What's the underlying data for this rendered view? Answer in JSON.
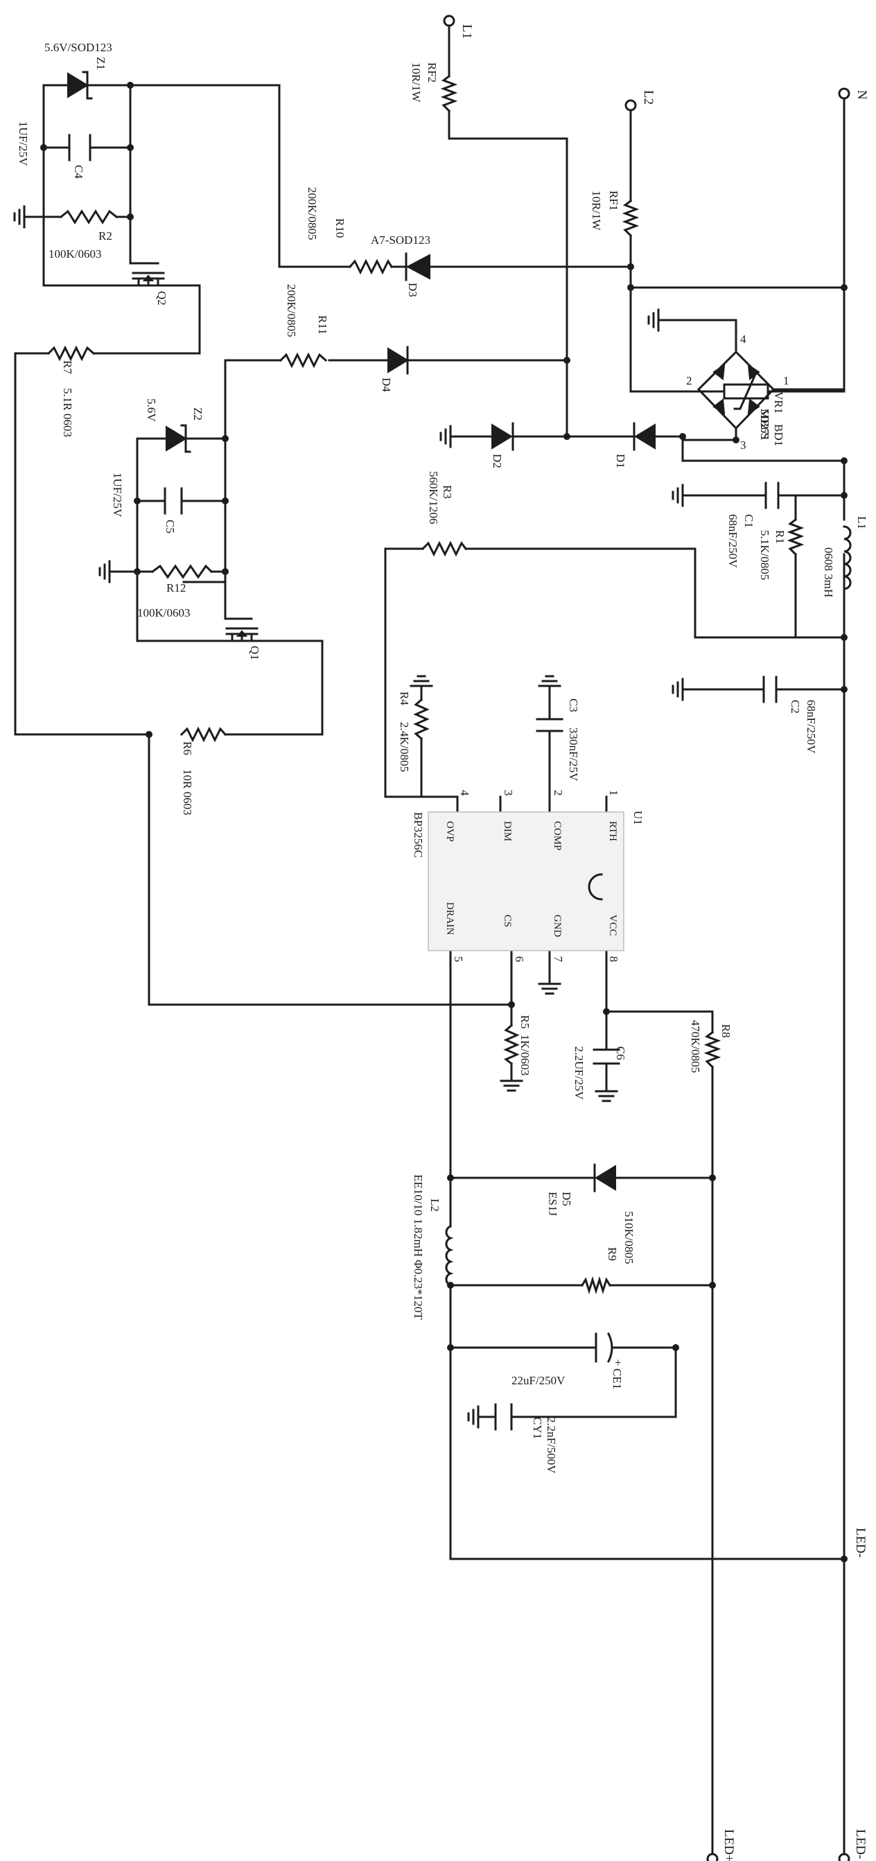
{
  "terminals": {
    "l1": "L1",
    "l2": "L2",
    "n": "N",
    "led_minus": "LED-",
    "led_plus": "LED+"
  },
  "components": {
    "rf2": {
      "ref": "RF2",
      "value": "10R/1W"
    },
    "rf1": {
      "ref": "RF1",
      "value": "10R/1W"
    },
    "vr1": {
      "ref": "VR1",
      "value": "5D271"
    },
    "bd1": {
      "ref": "BD1",
      "value": "MB6S"
    },
    "d1": {
      "ref": "D1"
    },
    "d2": {
      "ref": "D2"
    },
    "d3": {
      "ref": "D3",
      "value": "A7-SOD123"
    },
    "d4": {
      "ref": "D4"
    },
    "d5": {
      "ref": "D5",
      "value": "ES1J"
    },
    "r10": {
      "ref": "R10",
      "value": "200K/0805"
    },
    "r11": {
      "ref": "R11",
      "value": "200K/0805"
    },
    "z1": {
      "ref": "Z1",
      "value": "5.6V/SOD123"
    },
    "z2": {
      "ref": "Z2",
      "value": "5.6V"
    },
    "c4": {
      "ref": "C4",
      "value": "1UF/25V"
    },
    "c5": {
      "ref": "C5",
      "value": "1UF/25V"
    },
    "r2": {
      "ref": "R2",
      "value": "100K/0603"
    },
    "r12": {
      "ref": "R12",
      "value": "100K/0603"
    },
    "q1": {
      "ref": "Q1"
    },
    "q2": {
      "ref": "Q2"
    },
    "r7": {
      "ref": "R7",
      "value": "5.1R 0603"
    },
    "r6": {
      "ref": "R6",
      "value": "10R 0603"
    },
    "r3": {
      "ref": "R3",
      "value": "560K/1206"
    },
    "c1": {
      "ref": "C1",
      "value": "68nF/250V"
    },
    "r1": {
      "ref": "R1",
      "value": "5.1K/0805"
    },
    "l1": {
      "ref": "L1",
      "value": "0608 3mH"
    },
    "c2": {
      "ref": "C2",
      "value": "68nF/250V"
    },
    "r4": {
      "ref": "R4",
      "value": "2.4K/0805"
    },
    "c3": {
      "ref": "C3",
      "value": "330nF/25V"
    },
    "u1": {
      "ref": "U1",
      "part": "BP3256C"
    },
    "r5": {
      "ref": "R5",
      "value": "1K/0603"
    },
    "c6": {
      "ref": "C6",
      "value": "2.2UF/25V"
    },
    "r8": {
      "ref": "R8",
      "value": "470K/0805"
    },
    "r9": {
      "ref": "R9",
      "value": "510K/0805"
    },
    "l2": {
      "ref": "L2",
      "value": "EE10/10 1.82mH Φ0.23*120T"
    },
    "ce1": {
      "ref": "CE1",
      "value": "22uF/250V"
    },
    "cy1": {
      "ref": "CY1",
      "value": "2.2nF/500V"
    }
  },
  "u1_pins": {
    "top": [
      {
        "num": "1",
        "name": "RTH"
      },
      {
        "num": "2",
        "name": "COMP"
      },
      {
        "num": "3",
        "name": "DIM"
      },
      {
        "num": "4",
        "name": "OVP"
      }
    ],
    "bottom": [
      {
        "num": "8",
        "name": "VCC"
      },
      {
        "num": "7",
        "name": "GND"
      },
      {
        "num": "6",
        "name": "CS"
      },
      {
        "num": "5",
        "name": "DRAIN"
      }
    ]
  },
  "bridge_pins": {
    "p1": "1",
    "p2": "2",
    "p3": "3",
    "p4": "4"
  },
  "polarity": {
    "ce1_plus": "+"
  },
  "colors": {
    "ink": "#1c1c1c",
    "background": "#ffffff",
    "chip_fill": "#f2f2f2"
  }
}
